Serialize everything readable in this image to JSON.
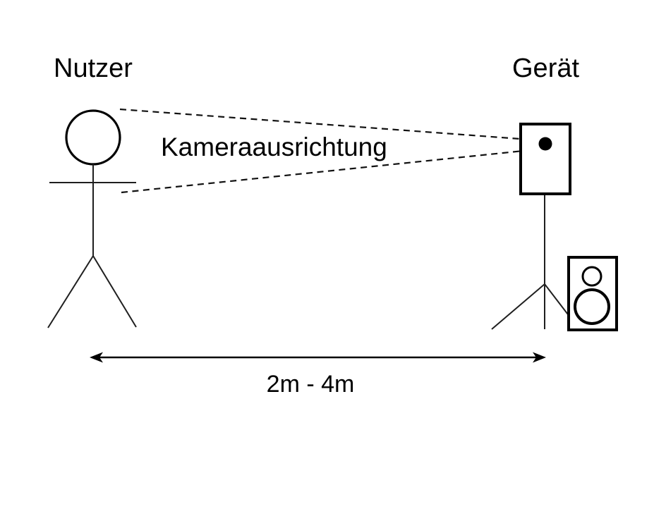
{
  "labels": {
    "user": "Nutzer",
    "device": "Gerät",
    "camera_alignment": "Kameraausrichtung",
    "distance_range": "2m - 4m"
  },
  "icons": {
    "user_figure": "stick-figure-icon",
    "device_camera": "camera-box-icon",
    "camera_lens": "lens-dot-icon",
    "tripod": "tripod-icon",
    "speaker": "loudspeaker-icon",
    "sightlines": "dashed-sightline-icon",
    "distance_arrow": "double-headed-arrow-icon"
  },
  "colors": {
    "ink": "#000000",
    "thin_line": "#1f1f1f",
    "background": "#ffffff"
  }
}
